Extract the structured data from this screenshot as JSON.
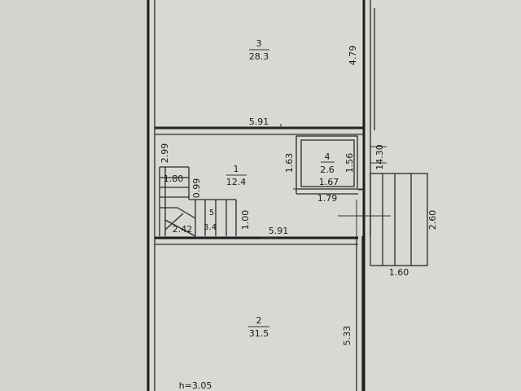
{
  "rooms": [
    {
      "number": "3",
      "area": "28.3"
    },
    {
      "number": "1",
      "area": "12.4"
    },
    {
      "number": "4",
      "area": "2.6"
    },
    {
      "number": "5",
      "area": "3.4"
    },
    {
      "number": "2",
      "area": "31.5"
    }
  ],
  "dimensions": {
    "room3_height": "4.79",
    "top_width": "5.91",
    "room1_left_height": "2.99",
    "partition_height": "1.63",
    "room4_height": "1.56",
    "room4_width": "1.67",
    "overall_right": "14.30",
    "stair_width": "1.80",
    "stair_height": "0.99",
    "corridor_width": "1.79",
    "porch_height": "2.60",
    "stair5_value": "2.42",
    "stair5_height": "1.00",
    "middle_width": "5.91",
    "porch_width": "1.60",
    "room2_height": "5.33"
  },
  "ceiling_height": "h=3.05",
  "colors": {
    "paper": "#d9d8d4",
    "ink": "#1c1c1c"
  }
}
